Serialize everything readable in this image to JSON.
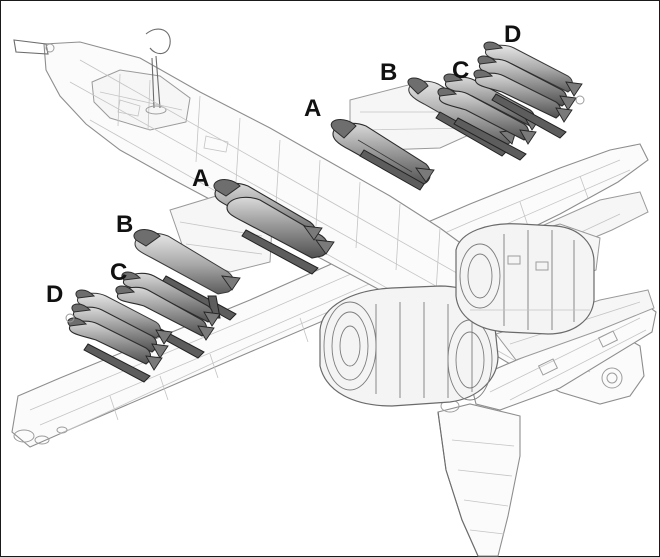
{
  "callouts": {
    "upper_a": "A",
    "upper_b": "B",
    "upper_c": "C",
    "upper_d": "D",
    "lower_a": "A",
    "lower_b": "B",
    "lower_c": "C",
    "lower_d": "D"
  }
}
